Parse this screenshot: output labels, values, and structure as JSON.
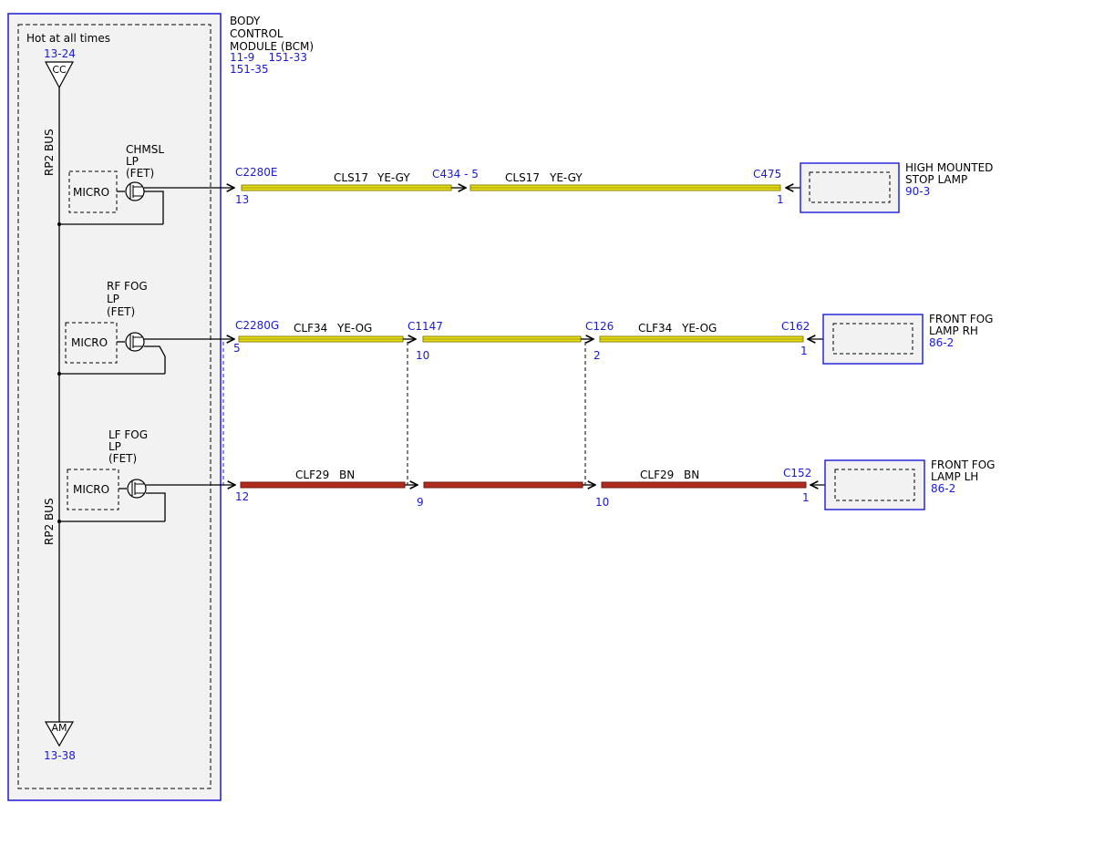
{
  "colors": {
    "module_border": "#1a1ad6",
    "module_fill": "#f2f2f2",
    "ref_text": "#1a1ad6",
    "wire_yellow": "#e8de1a",
    "wire_yellow_edge": "#8a8200",
    "wire_brown": "#b02a1e",
    "wire_brown_edge": "#6e1a12"
  },
  "module": {
    "name_lines": [
      "BODY",
      "CONTROL",
      "MODULE (BCM)"
    ],
    "refs_line1": "11-9    151-33",
    "refs_line2": "151-35",
    "hot_label": "Hot at all times",
    "top_ref": "13-24",
    "top_terminal": "CC",
    "bottom_terminal": "AM",
    "bottom_ref": "13-38",
    "bus_label_top": "RP2 BUS",
    "bus_label_bottom": "RP2 BUS"
  },
  "outputs": [
    {
      "lines": [
        "CHMSL",
        "LP",
        "(FET)"
      ],
      "micro": "MICRO"
    },
    {
      "lines": [
        "RF FOG",
        "LP",
        "(FET)"
      ],
      "micro": "MICRO"
    },
    {
      "lines": [
        "LF FOG",
        "LP",
        "(FET)"
      ],
      "micro": "MICRO"
    }
  ],
  "circuits": [
    {
      "connectors": [
        {
          "name": "C2280E",
          "pin": "13"
        },
        {
          "name": "C434 - 5",
          "pin": ""
        },
        {
          "name": "C475",
          "pin": "1"
        }
      ],
      "segments": [
        {
          "circuit": "CLS17",
          "color": "YE-GY"
        },
        {
          "circuit": "CLS17",
          "color": "YE-GY"
        }
      ],
      "device": {
        "lines": [
          "HIGH MOUNTED",
          "STOP LAMP"
        ],
        "ref": "90-3"
      }
    },
    {
      "connectors": [
        {
          "name": "C2280G",
          "pin": "5"
        },
        {
          "name": "C1147",
          "pin": "10"
        },
        {
          "name": "C126",
          "pin": "2"
        },
        {
          "name": "C162",
          "pin": "1"
        }
      ],
      "segments": [
        {
          "circuit": "CLF34",
          "color": "YE-OG"
        },
        {
          "circuit": "",
          "color": ""
        },
        {
          "circuit": "CLF34",
          "color": "YE-OG"
        }
      ],
      "device": {
        "lines": [
          "FRONT FOG",
          "LAMP RH"
        ],
        "ref": "86-2"
      }
    },
    {
      "connectors": [
        {
          "name": "",
          "pin": "12"
        },
        {
          "name": "",
          "pin": "9"
        },
        {
          "name": "",
          "pin": "10"
        },
        {
          "name": "C152",
          "pin": "1"
        }
      ],
      "segments": [
        {
          "circuit": "CLF29",
          "color": "BN"
        },
        {
          "circuit": "",
          "color": ""
        },
        {
          "circuit": "CLF29",
          "color": "BN"
        }
      ],
      "device": {
        "lines": [
          "FRONT FOG",
          "LAMP LH"
        ],
        "ref": "86-2"
      }
    }
  ]
}
